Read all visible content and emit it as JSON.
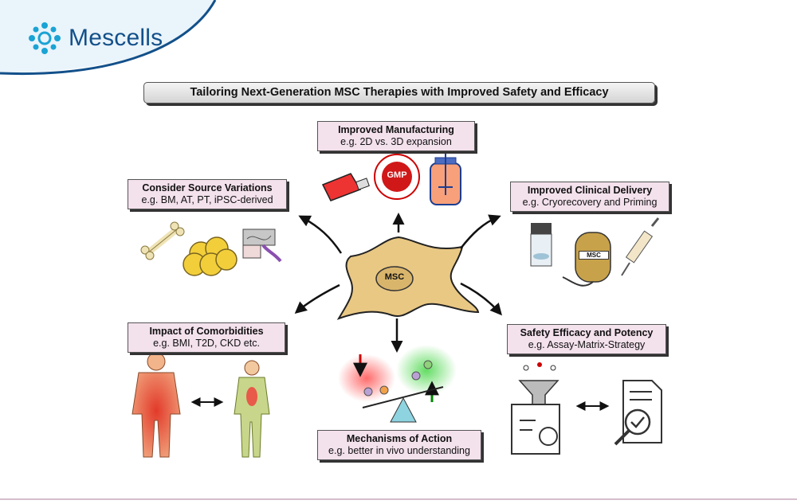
{
  "brand": {
    "name": "Mescells"
  },
  "title": "Tailoring Next-Generation MSC Therapies with Improved Safety and Efficacy",
  "center": {
    "label": "MSC"
  },
  "topics": {
    "manufacturing": {
      "title": "Improved Manufacturing",
      "subtitle": "e.g. 2D vs. 3D expansion"
    },
    "source": {
      "title": "Consider Source Variations",
      "subtitle": "e.g. BM, AT, PT, iPSC-derived"
    },
    "delivery": {
      "title": "Improved Clinical Delivery",
      "subtitle": "e.g. Cryorecovery and Priming"
    },
    "comorbidities": {
      "title": "Impact of Comorbidities",
      "subtitle": "e.g. BMI, T2D, CKD etc."
    },
    "safety": {
      "title": "Safety Efficacy and Potency",
      "subtitle": "e.g. Assay-Matrix-Strategy"
    },
    "mechanisms": {
      "title": "Mechanisms of Action",
      "subtitle": "e.g. better in vivo understanding"
    }
  },
  "icon_labels": {
    "gmp": "GMP",
    "bag": "MSC"
  },
  "colors": {
    "brand": "#12508a",
    "label_bg": "#f3e1ec",
    "cell": "#e9c884"
  }
}
